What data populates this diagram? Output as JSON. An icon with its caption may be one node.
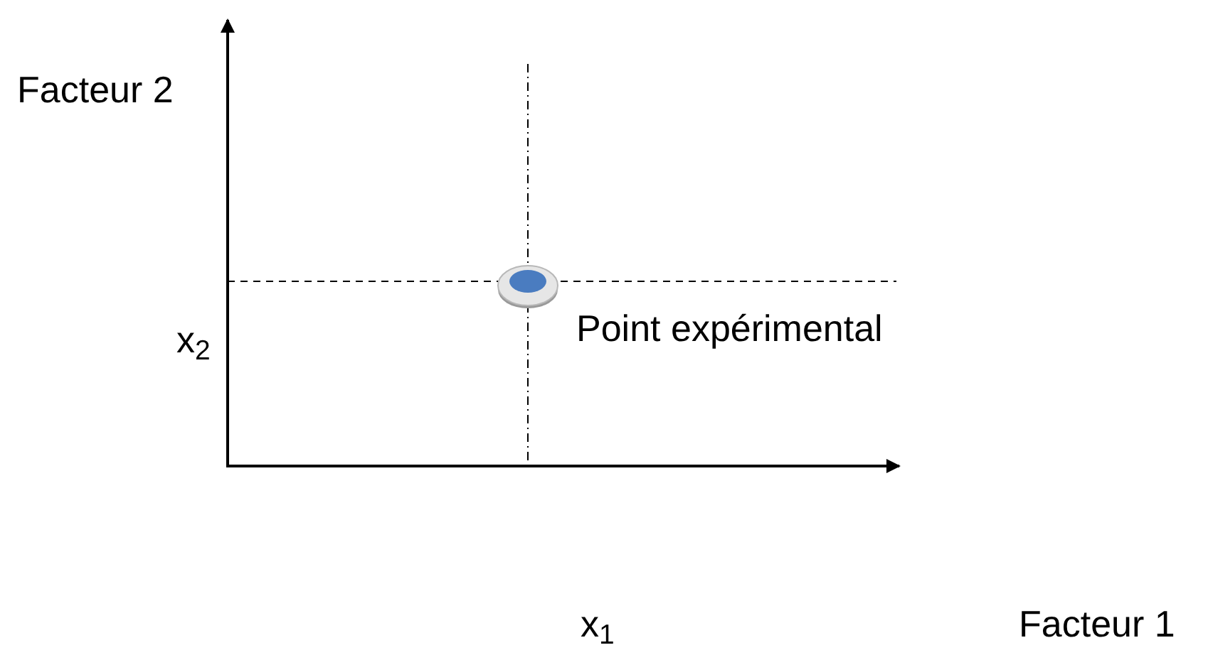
{
  "diagram": {
    "nodes": [
      {
        "text": [],
        "shape": "circle",
        "beside": [
          "Point expérimental"
        ]
      }
    ],
    "labels": [
      "Facteur 2",
      "x$_{2}$",
      "x$_{1}$",
      "Facteur 1"
    ]
  }
}
